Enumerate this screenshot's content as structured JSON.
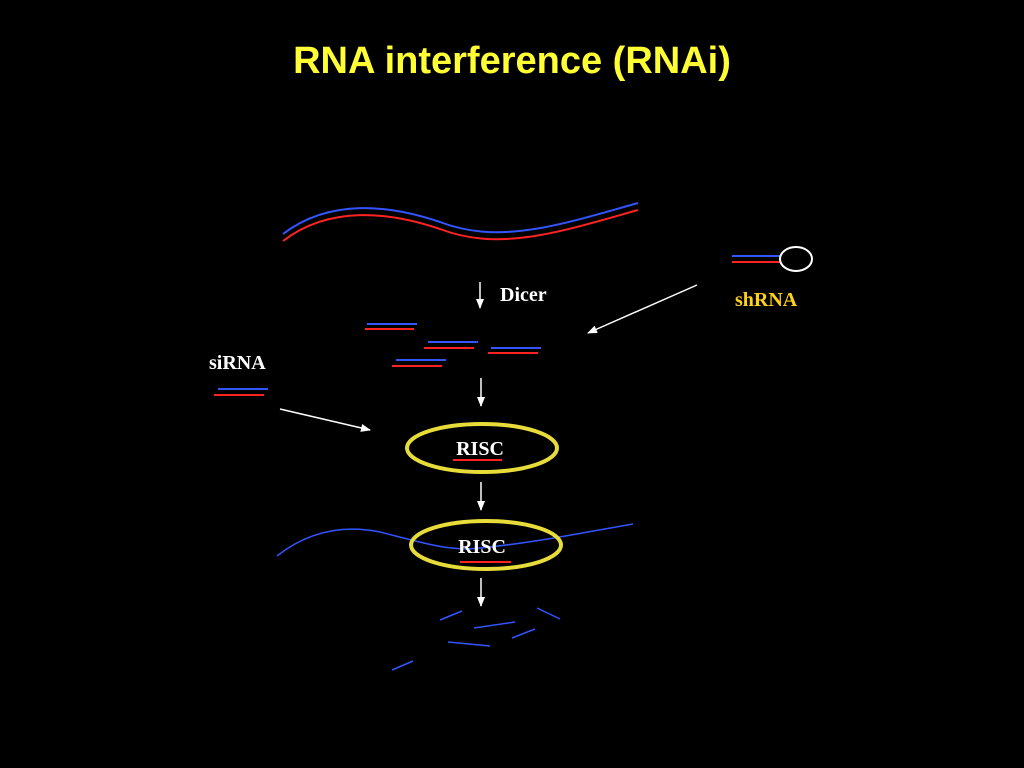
{
  "title": "RNA interference (RNAi)",
  "labels": {
    "dicer": "Dicer",
    "shrna": "shRNA",
    "sirna": "siRNA",
    "risc_1": "RISC",
    "risc_2": "RISC"
  },
  "colors": {
    "background": "#000000",
    "title": "#FFFF33",
    "label_white": "#FFFFFF",
    "label_yellow": "#FFD11A",
    "strand_blue": "#3355FF",
    "strand_red": "#FF2222",
    "risc_outline": "#E8DC3A",
    "arrow": "#FFFFFF"
  }
}
